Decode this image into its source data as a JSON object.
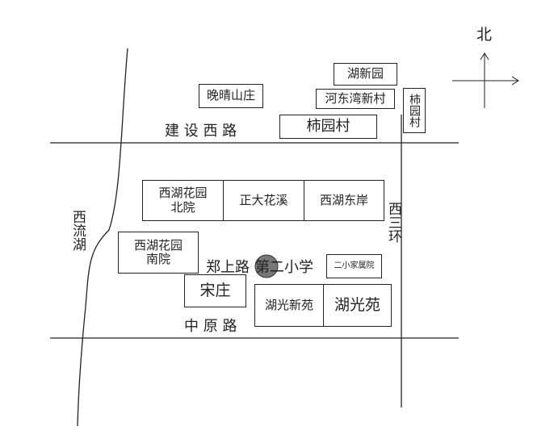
{
  "compass": {
    "north": "北"
  },
  "roads": {
    "top": "建 设 西 路",
    "bottom": "中 原 路",
    "middle": "郑上路",
    "ring": "西三环",
    "river": "西流湖"
  },
  "places": {
    "wanqing": "晚晴山庄",
    "huxin": "湖新园",
    "hedong": "河东湾新村",
    "shiyuan_v": "柿园村",
    "shiyuan": "柿园村",
    "xihu_north": "西湖花园北院",
    "zhengda": "正大花溪",
    "xihu_east": "西湖东岸",
    "xihu_south": "西湖花园南院",
    "school": "第二小学",
    "school_housing": "二小家属院",
    "songzhuang": "宋庄",
    "huguang_new": "湖光新苑",
    "huguang": "湖光苑"
  }
}
